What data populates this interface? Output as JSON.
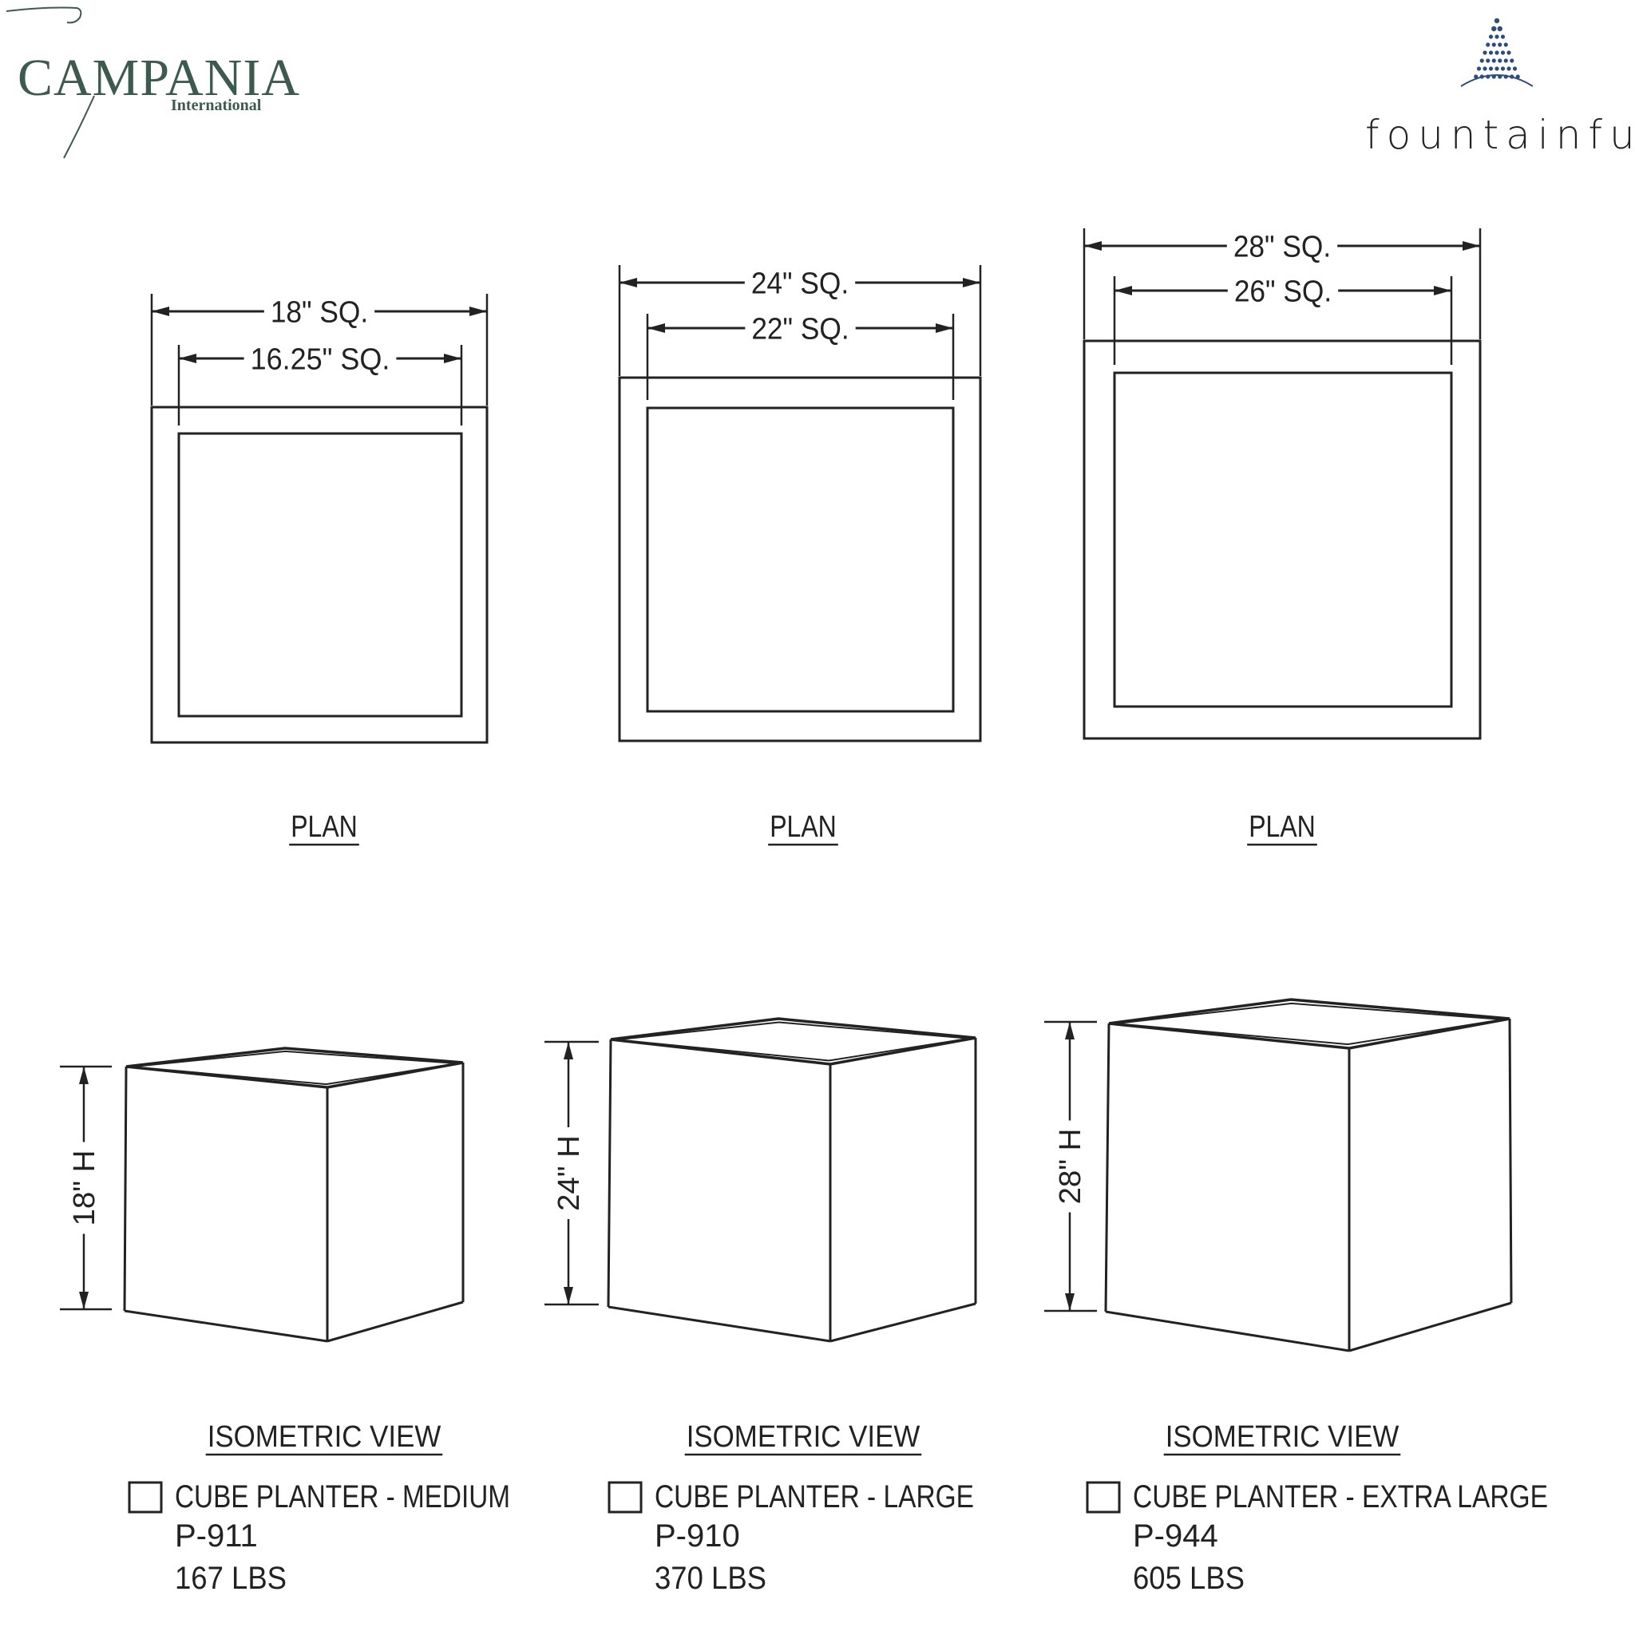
{
  "logos": {
    "left": {
      "brand": "CAMPANIA",
      "sub": "International"
    },
    "right": {
      "word": "fountainful"
    }
  },
  "colors": {
    "line": "#222222",
    "campania": "#3d5a4f",
    "fountainful_mark": "#2e4d7a"
  },
  "products": [
    {
      "outer_label": "18\" SQ.",
      "inner_label": "16.25\" SQ.",
      "plan_label": "PLAN",
      "height_label": "18\" H",
      "view_label": "ISOMETRIC VIEW",
      "name": "CUBE PLANTER - MEDIUM",
      "code": "P-911",
      "weight": "167 LBS"
    },
    {
      "outer_label": "24\" SQ.",
      "inner_label": "22\" SQ.",
      "plan_label": "PLAN",
      "height_label": "24\" H",
      "view_label": "ISOMETRIC VIEW",
      "name": "CUBE PLANTER - LARGE",
      "code": "P-910",
      "weight": "370 LBS"
    },
    {
      "outer_label": "28\" SQ.",
      "inner_label": "26\" SQ.",
      "plan_label": "PLAN",
      "height_label": "28\" H",
      "view_label": "ISOMETRIC VIEW",
      "name": "CUBE PLANTER - EXTRA LARGE",
      "code": "P-944",
      "weight": "605 LBS"
    }
  ]
}
